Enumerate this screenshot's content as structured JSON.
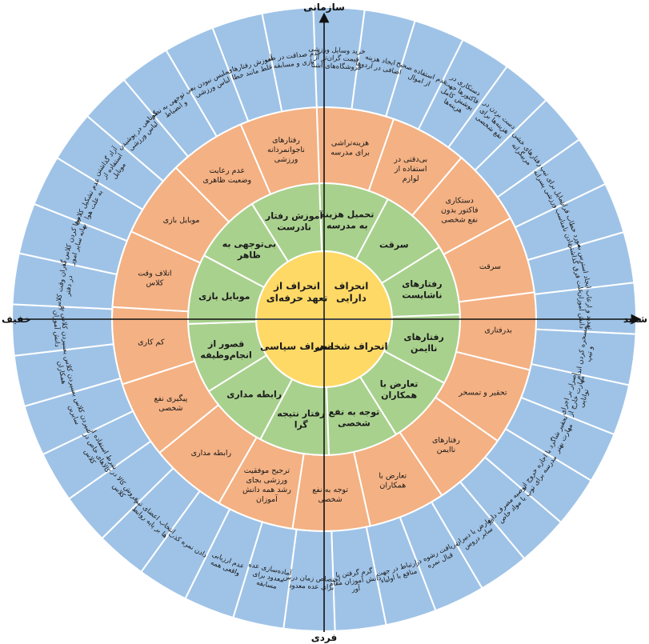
{
  "colors": {
    "ring4": "#9fc3e7",
    "ring3": "#f4b183",
    "ring2": "#a9d18e",
    "core": "#ffd966",
    "stroke": "#ffffff"
  },
  "axes": {
    "top": "سازمانی",
    "bottom": "فردی",
    "left": "خفیف",
    "right": "شدید"
  },
  "core": [
    {
      "label": "انحراف دارایی"
    },
    {
      "label": "انحراف شخصی"
    },
    {
      "label": "انحراف سیاسی"
    },
    {
      "label": "انحراف از تعهد حرفه‌ای"
    }
  ],
  "ring2": [
    {
      "label": "تحمیل هزینه به مدرسه"
    },
    {
      "label": "سرقت"
    },
    {
      "label": "رفتارهای ناشایست"
    },
    {
      "label": "رفتارهای ناایمن"
    },
    {
      "label": "تعارض با همکاران"
    },
    {
      "label": "توجه به نفع شخصی"
    },
    {
      "label": "رفتار نتیجه گرا"
    },
    {
      "label": "رابطه مداری"
    },
    {
      "label": "قصور از انجام‌وظیفه"
    },
    {
      "label": "موبایل بازی"
    },
    {
      "label": "بی‌توجهی به ظاهر"
    },
    {
      "label": "آموزش رفتار نادرست"
    }
  ],
  "ring3": [
    {
      "label": "هزینه‌تراشی برای مدرسه"
    },
    {
      "label": "بی‌دقتی در استفاده از لوازم"
    },
    {
      "label": "دستکاری فاکتور بدون نفع شخصی"
    },
    {
      "label": "سرقت"
    },
    {
      "label": "بدرفتاری"
    },
    {
      "label": "تحقیر و تمسخر"
    },
    {
      "label": "رفتارهای ناایمن"
    },
    {
      "label": "تعارض با همکاران"
    },
    {
      "label": "توجه به نفع شخصی"
    },
    {
      "label": "ترجیح موفقیت ورزشی بجای رشد همه دانش آموزان"
    },
    {
      "label": "رابطه مداری"
    },
    {
      "label": "پیگیری نفع شخصی"
    },
    {
      "label": "کم کاری"
    },
    {
      "label": "اتلاف وقت کلاس"
    },
    {
      "label": "موبایل بازی"
    },
    {
      "label": "عدم رعایت وضعیت ظاهری"
    },
    {
      "label": "رفتارهای ناجوانمردانه ورزشی"
    }
  ],
  "ring4": [
    {
      "label": "خرید وسایل ورزشی قیمت گران‌تر از فروشگاه‌های آشنا"
    },
    {
      "label": "ایجاد هزینه اضافی در اردوها"
    },
    {
      "label": "عدم استفاده صحیح از اموال"
    },
    {
      "label": "دستکاری در فاکتورها جهت پوشش کامل هزینه‌ها"
    },
    {
      "label": "دست بردن در هزینه‌ها برای نفع شخصی"
    },
    {
      "label": "رفتارهای خشن مربیگرانه"
    },
    {
      "label": "تمایل برای تیپ ورزشی پسرانه"
    },
    {
      "label": "مورد خطاب قرار دادن نامناسب"
    },
    {
      "label": "ایجاد استرس به علت فرق گذاشتن"
    },
    {
      "label": "تهدید و ارعاب دانش آموزان"
    },
    {
      "label": "مسخره کردن اندام و تیپ"
    },
    {
      "label": "اصرار بر اجرای مهارت خارج از توانایی"
    },
    {
      "label": "تحقیر شاگرد با مهارت بهتر"
    },
    {
      "label": "اجازه خروج از مدرسه برای توپ"
    },
    {
      "label": "توصیه مصرف دارو یا مواد خاص"
    },
    {
      "label": "تعارض با دبیران سایر دروس"
    },
    {
      "label": "دریافت رشوه در قبال نمره"
    },
    {
      "label": "ارتباط در جهت منافع با اولیاء"
    },
    {
      "label": "گرم گرفتن با دانش آموزان مقام آور"
    },
    {
      "label": "اختصاص زمان درس برای عده معدود"
    },
    {
      "label": "آماده‌سازی عده معدود برای مسابقه"
    },
    {
      "label": "عدم ارزیابی واقعی همه"
    },
    {
      "label": "دادن نمره کذب"
    },
    {
      "label": "انتخاب اعضای تیم ها بر پایه روابط"
    },
    {
      "label": "فروش کالا در کلاس"
    },
    {
      "label": "شرط استفاده از کالاهای خاص در کلاس"
    },
    {
      "label": "سپردن کلاس به سایرین"
    },
    {
      "label": "سپردن کلاس به همکاران"
    },
    {
      "label": "سپردن کلاس به دانش آموزان"
    },
    {
      "label": "گذران وقت کلاس در دفتر"
    },
    {
      "label": "رها کردن کلاس به بهانه سایر امور"
    },
    {
      "label": "عدم تشکیل کلاس به علت هوا"
    },
    {
      "label": "آزاد گذاشتن استفاده از موبایل"
    },
    {
      "label": "کوتاهی در پوشیدن لباس ورزشی"
    },
    {
      "label": "بی توجهی به نظم و انضباط"
    },
    {
      "label": "ملبس نبودن به لباس ورزشی"
    },
    {
      "label": "آموزش رفتارهای غلط مانند خطا"
    },
    {
      "label": "عدم صداقت در طی بازی و مسابقه"
    }
  ]
}
